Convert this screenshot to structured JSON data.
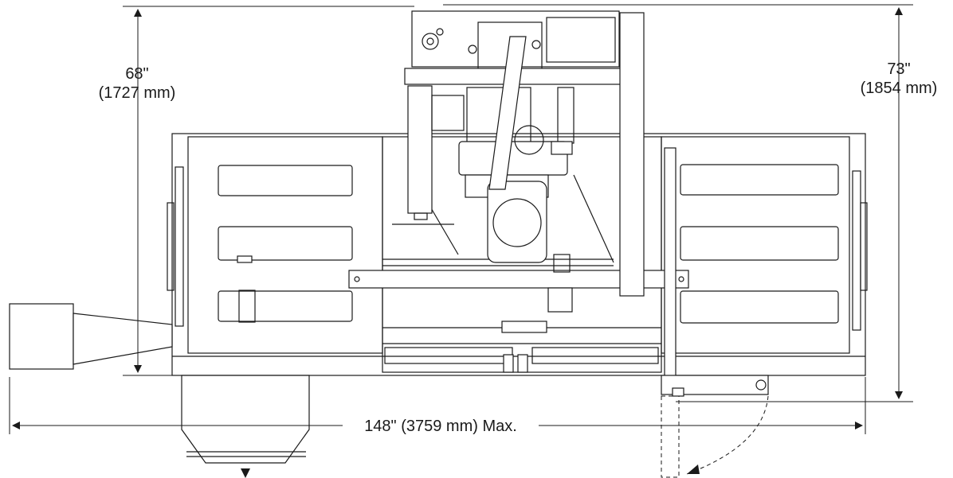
{
  "dimensions": {
    "left_height": {
      "value": "68\"",
      "metric": "(1727 mm)"
    },
    "right_height": {
      "value": "73\"",
      "metric": "(1854 mm)"
    },
    "total_width": {
      "label": "148\" (3759 mm) Max."
    }
  },
  "colors": {
    "line": "#1a1a1a",
    "background": "#ffffff"
  }
}
